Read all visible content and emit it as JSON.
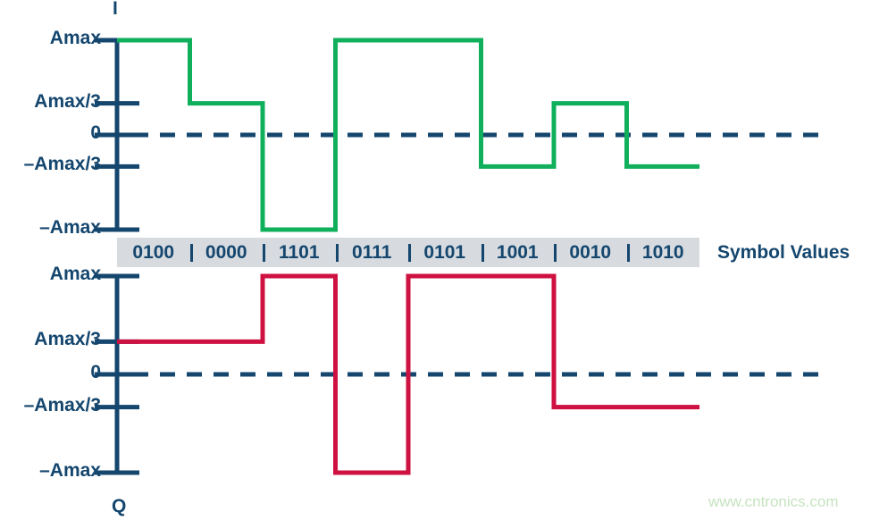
{
  "figure": {
    "i_axis_label": "I",
    "q_axis_label": "Q",
    "symbol_row_title": "Symbol Values",
    "watermark": "www.cntronics.com",
    "colors": {
      "i_trace": "#0FAF5C",
      "q_trace": "#CE1141",
      "axis": "#14466E",
      "zero_dash": "#14466E",
      "symbol_band": "#D7DBE0",
      "watermark": "#C6E3C0"
    }
  },
  "chart_data": {
    "type": "line",
    "title": "",
    "xlabel": "",
    "ylabel": "",
    "grid": false,
    "legend": "none",
    "y_tick_labels": [
      "Amax",
      "Amax/3",
      "0",
      "–Amax/3",
      "–Amax"
    ],
    "y_tick_values": [
      1,
      0.3333,
      0,
      -0.3333,
      -1
    ],
    "ylim": [
      -1,
      1
    ],
    "categories": [
      "0100",
      "0000",
      "1101",
      "0111",
      "0101",
      "1001",
      "0010",
      "1010"
    ],
    "series": [
      {
        "name": "I",
        "color": "#0FAF5C",
        "step": true,
        "level_labels": [
          "Amax",
          "Amax/3",
          "–Amax",
          "Amax",
          "Amax",
          "–Amax/3",
          "Amax/3",
          "–Amax/3"
        ],
        "values": [
          1,
          0.3333,
          -1,
          1,
          1,
          -0.3333,
          0.3333,
          -0.3333
        ]
      },
      {
        "name": "Q",
        "color": "#CE1141",
        "step": true,
        "level_labels": [
          "Amax/3",
          "Amax/3",
          "Amax",
          "–Amax",
          "Amax",
          "Amax",
          "–Amax/3",
          "–Amax/3"
        ],
        "values": [
          0.3333,
          0.3333,
          1,
          -1,
          1,
          1,
          -0.3333,
          -0.3333
        ]
      }
    ]
  }
}
